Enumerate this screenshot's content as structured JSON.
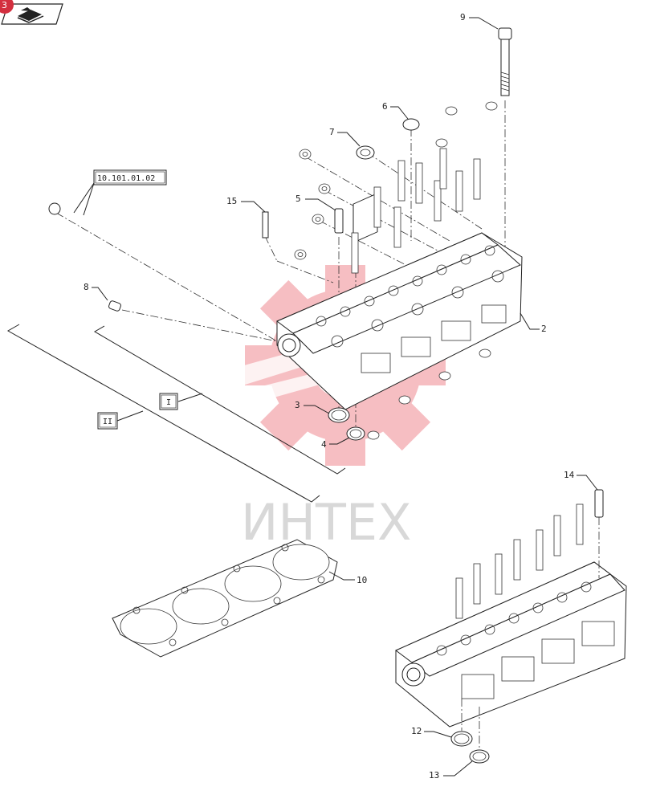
{
  "header": {
    "badge_text": "3",
    "nav_icon": "book-arrow-icon"
  },
  "watermark": {
    "text": "ИНТЕХ",
    "gear_color": "#f3a0a6",
    "text_color": "#d8d8d8"
  },
  "reference_boxes": {
    "ref_10_101": "10.101.01.02",
    "ref_I": "I",
    "ref_II": "II"
  },
  "callouts": {
    "c1": "2",
    "c2": "3",
    "c3": "4",
    "c4": "5",
    "c5": "6",
    "c6": "7",
    "c7": "8",
    "c8": "9",
    "c9": "10",
    "c10": "12",
    "c11": "13",
    "c12": "14",
    "c13": "15"
  },
  "colors": {
    "badge": "#d32f3f",
    "line": "#222222"
  }
}
